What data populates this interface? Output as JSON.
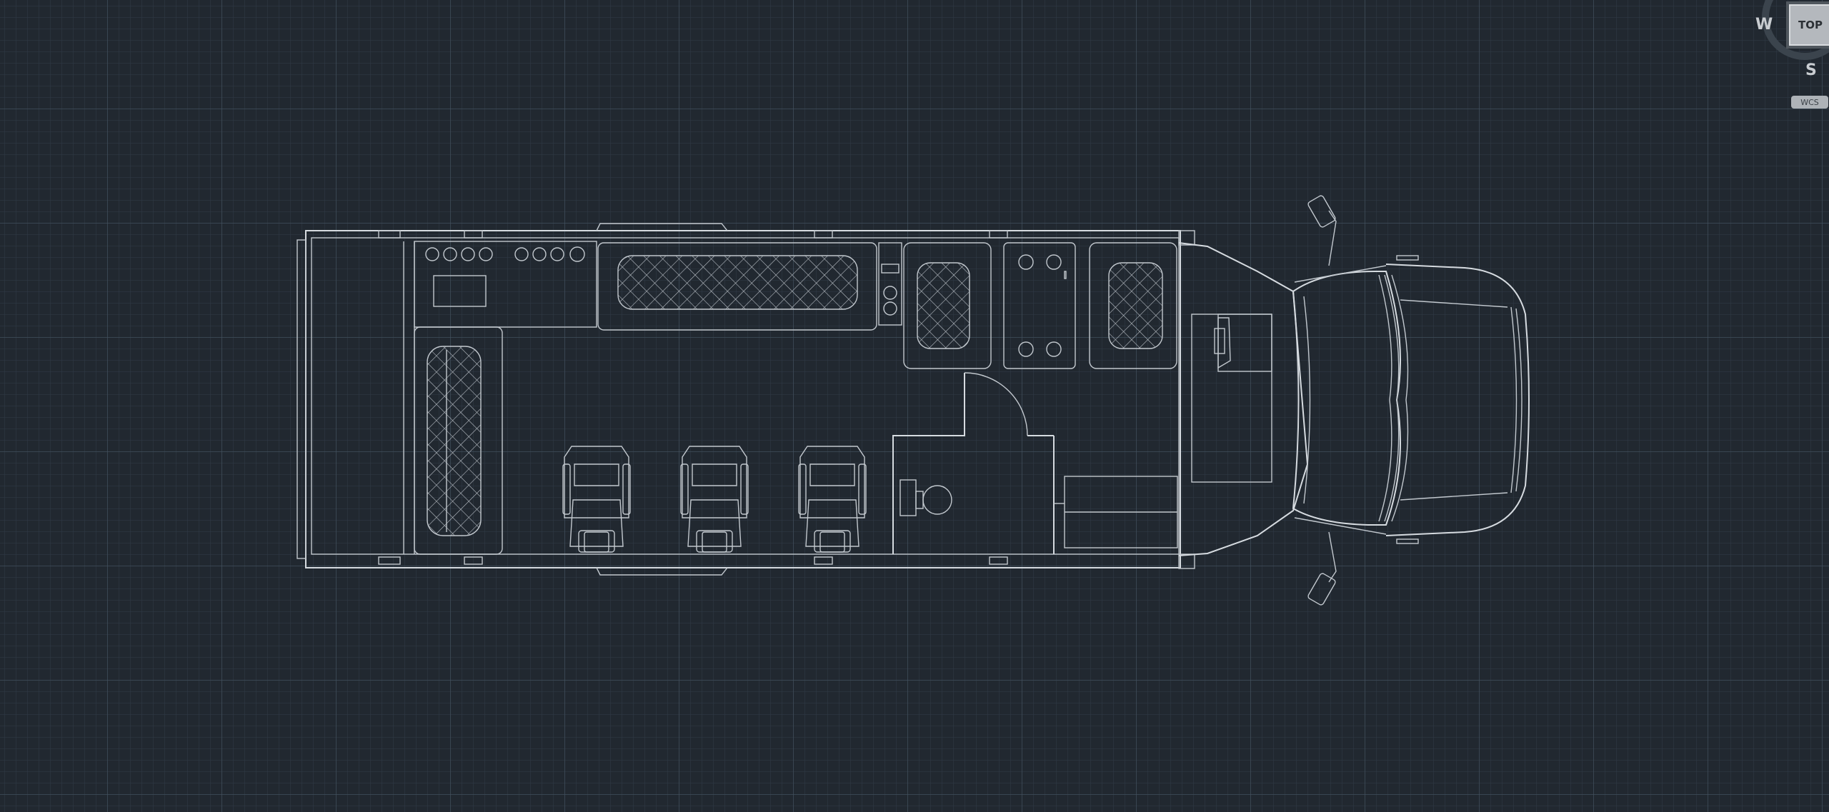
{
  "viewcube": {
    "face_label": "TOP",
    "west_label": "W",
    "south_label": "S",
    "ucs_label": "WCS"
  },
  "colors": {
    "background": "#212830",
    "linework": "#d6dbe0",
    "grid_major": "#465462",
    "viewcube_face": "#b4b8bd"
  },
  "drawing": {
    "subject": "bus-floor-plan",
    "view": "top"
  }
}
